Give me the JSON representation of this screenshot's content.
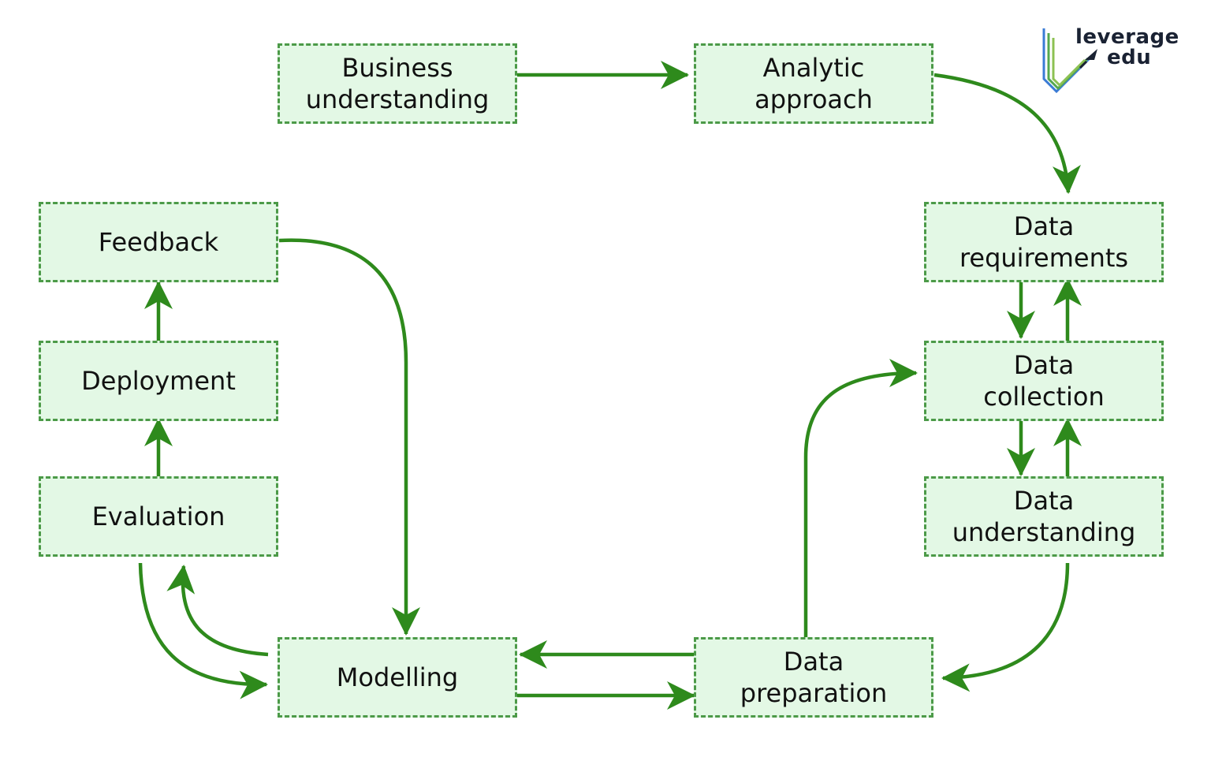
{
  "logo": {
    "line1": "leverage",
    "line2": "edu"
  },
  "nodes": {
    "business": "Business\nunderstanding",
    "analytic": "Analytic\napproach",
    "data_requirements": "Data\nrequirements",
    "data_collection": "Data\ncollection",
    "data_understanding": "Data\nunderstanding",
    "data_preparation": "Data\npreparation",
    "modelling": "Modelling",
    "evaluation": "Evaluation",
    "deployment": "Deployment",
    "feedback": "Feedback"
  },
  "colors": {
    "box_fill": "#e3f8e5",
    "box_border": "#4c9a48",
    "arrow": "#2e8a1c"
  }
}
